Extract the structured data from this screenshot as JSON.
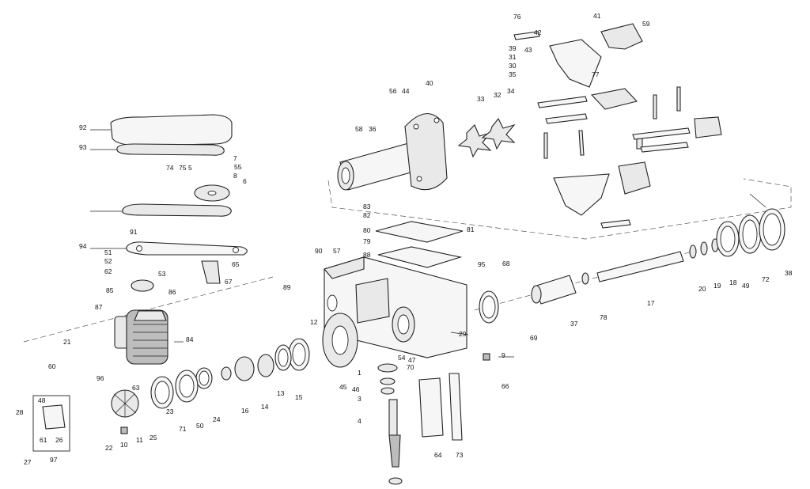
{
  "callouts": [
    "1",
    "3",
    "4",
    "5",
    "6",
    "7",
    "8",
    "9",
    "10",
    "11",
    "12",
    "13",
    "14",
    "15",
    "16",
    "17",
    "18",
    "19",
    "20",
    "21",
    "22",
    "23",
    "24",
    "25",
    "26",
    "27",
    "28",
    "29",
    "30",
    "31",
    "32",
    "33",
    "34",
    "35",
    "36",
    "37",
    "38",
    "39",
    "40",
    "41",
    "42",
    "43",
    "44",
    "45",
    "46",
    "47",
    "48",
    "49",
    "50",
    "51",
    "52",
    "53",
    "54",
    "55",
    "56",
    "57",
    "58",
    "59",
    "60",
    "61",
    "62",
    "63",
    "64",
    "65",
    "66",
    "67",
    "68",
    "69",
    "70",
    "71",
    "72",
    "73",
    "74",
    "75",
    "76",
    "77",
    "78",
    "79",
    "80",
    "81",
    "82",
    "83",
    "84",
    "85",
    "86",
    "87",
    "88",
    "89",
    "90",
    "91",
    "92",
    "93",
    "94",
    "95",
    "96",
    "97"
  ]
}
